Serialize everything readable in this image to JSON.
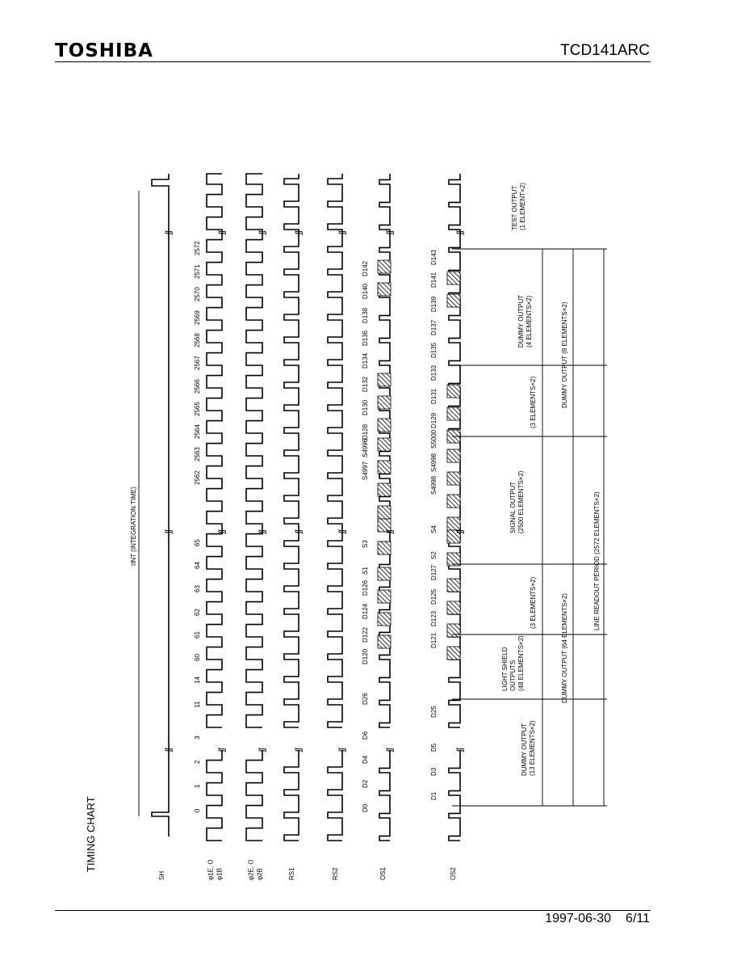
{
  "header": {
    "brand": "TOSHIBA",
    "part_number": "TCD141ARC"
  },
  "footer": {
    "date": "1997-06-30",
    "page": "6/11"
  },
  "section_title": "TIMING CHART",
  "signals": [
    "SH",
    "φ1E, O\nφ1B",
    "φ2E, O\nφ2B",
    "RS1",
    "RS2",
    "OS1",
    "OS2"
  ],
  "top_numbers": [
    "0",
    "1",
    "2",
    "3",
    "11",
    "14",
    "60",
    "61",
    "62",
    "63",
    "64",
    "65",
    "2562",
    "2563",
    "2564",
    "2565",
    "2566",
    "2567",
    "2568",
    "2569",
    "2570",
    "2571",
    "2572"
  ],
  "os1_labels": [
    "D0",
    "D2",
    "D4",
    "D6",
    "D26",
    "D120",
    "D122",
    "D124",
    "D126",
    "S1",
    "S3",
    "S4997",
    "S4996",
    "D128",
    "D130",
    "D132",
    "D134",
    "D136",
    "D138",
    "D140",
    "D142"
  ],
  "os2_labels": [
    "D1",
    "D3",
    "D5",
    "D25",
    "D121",
    "D123",
    "D125",
    "D127",
    "S2",
    "S4",
    "S4998",
    "S4998",
    "S5000",
    "D129",
    "D131",
    "D133",
    "D135",
    "D137",
    "D139",
    "D141",
    "D143"
  ],
  "integration_label": "tINT (INTEGRATION TIME)",
  "annotations": {
    "dummy_1": [
      "DUMMY OUTPUT",
      "(13 ELEMENTS×2)"
    ],
    "light_shield": [
      "LIGHT SHIELD",
      "OUTPUTS",
      "(48 ELEMENTS×2)"
    ],
    "three_1": "(3 ELEMENTS×2)",
    "signal": [
      "SIGNAL OUTPUT",
      "(2500 ELEMENTS×2)"
    ],
    "three_2": "(3 ELEMENTS×2)",
    "dummy_4": [
      "DUMMY OUTPUT",
      "(4 ELEMENTS×2)"
    ],
    "test": [
      "TEST OUTPUT",
      "(1 ELEMENT×2)"
    ],
    "dummy_64": "DUMMY OUTPUT (64 ELEMENTS×2)",
    "dummy_8": "DUMMY OUTPUT (8 ELEMENTS×2)",
    "line_readout": "LINE READOUT PERIOD (2572 ELEMENTS×2)"
  }
}
